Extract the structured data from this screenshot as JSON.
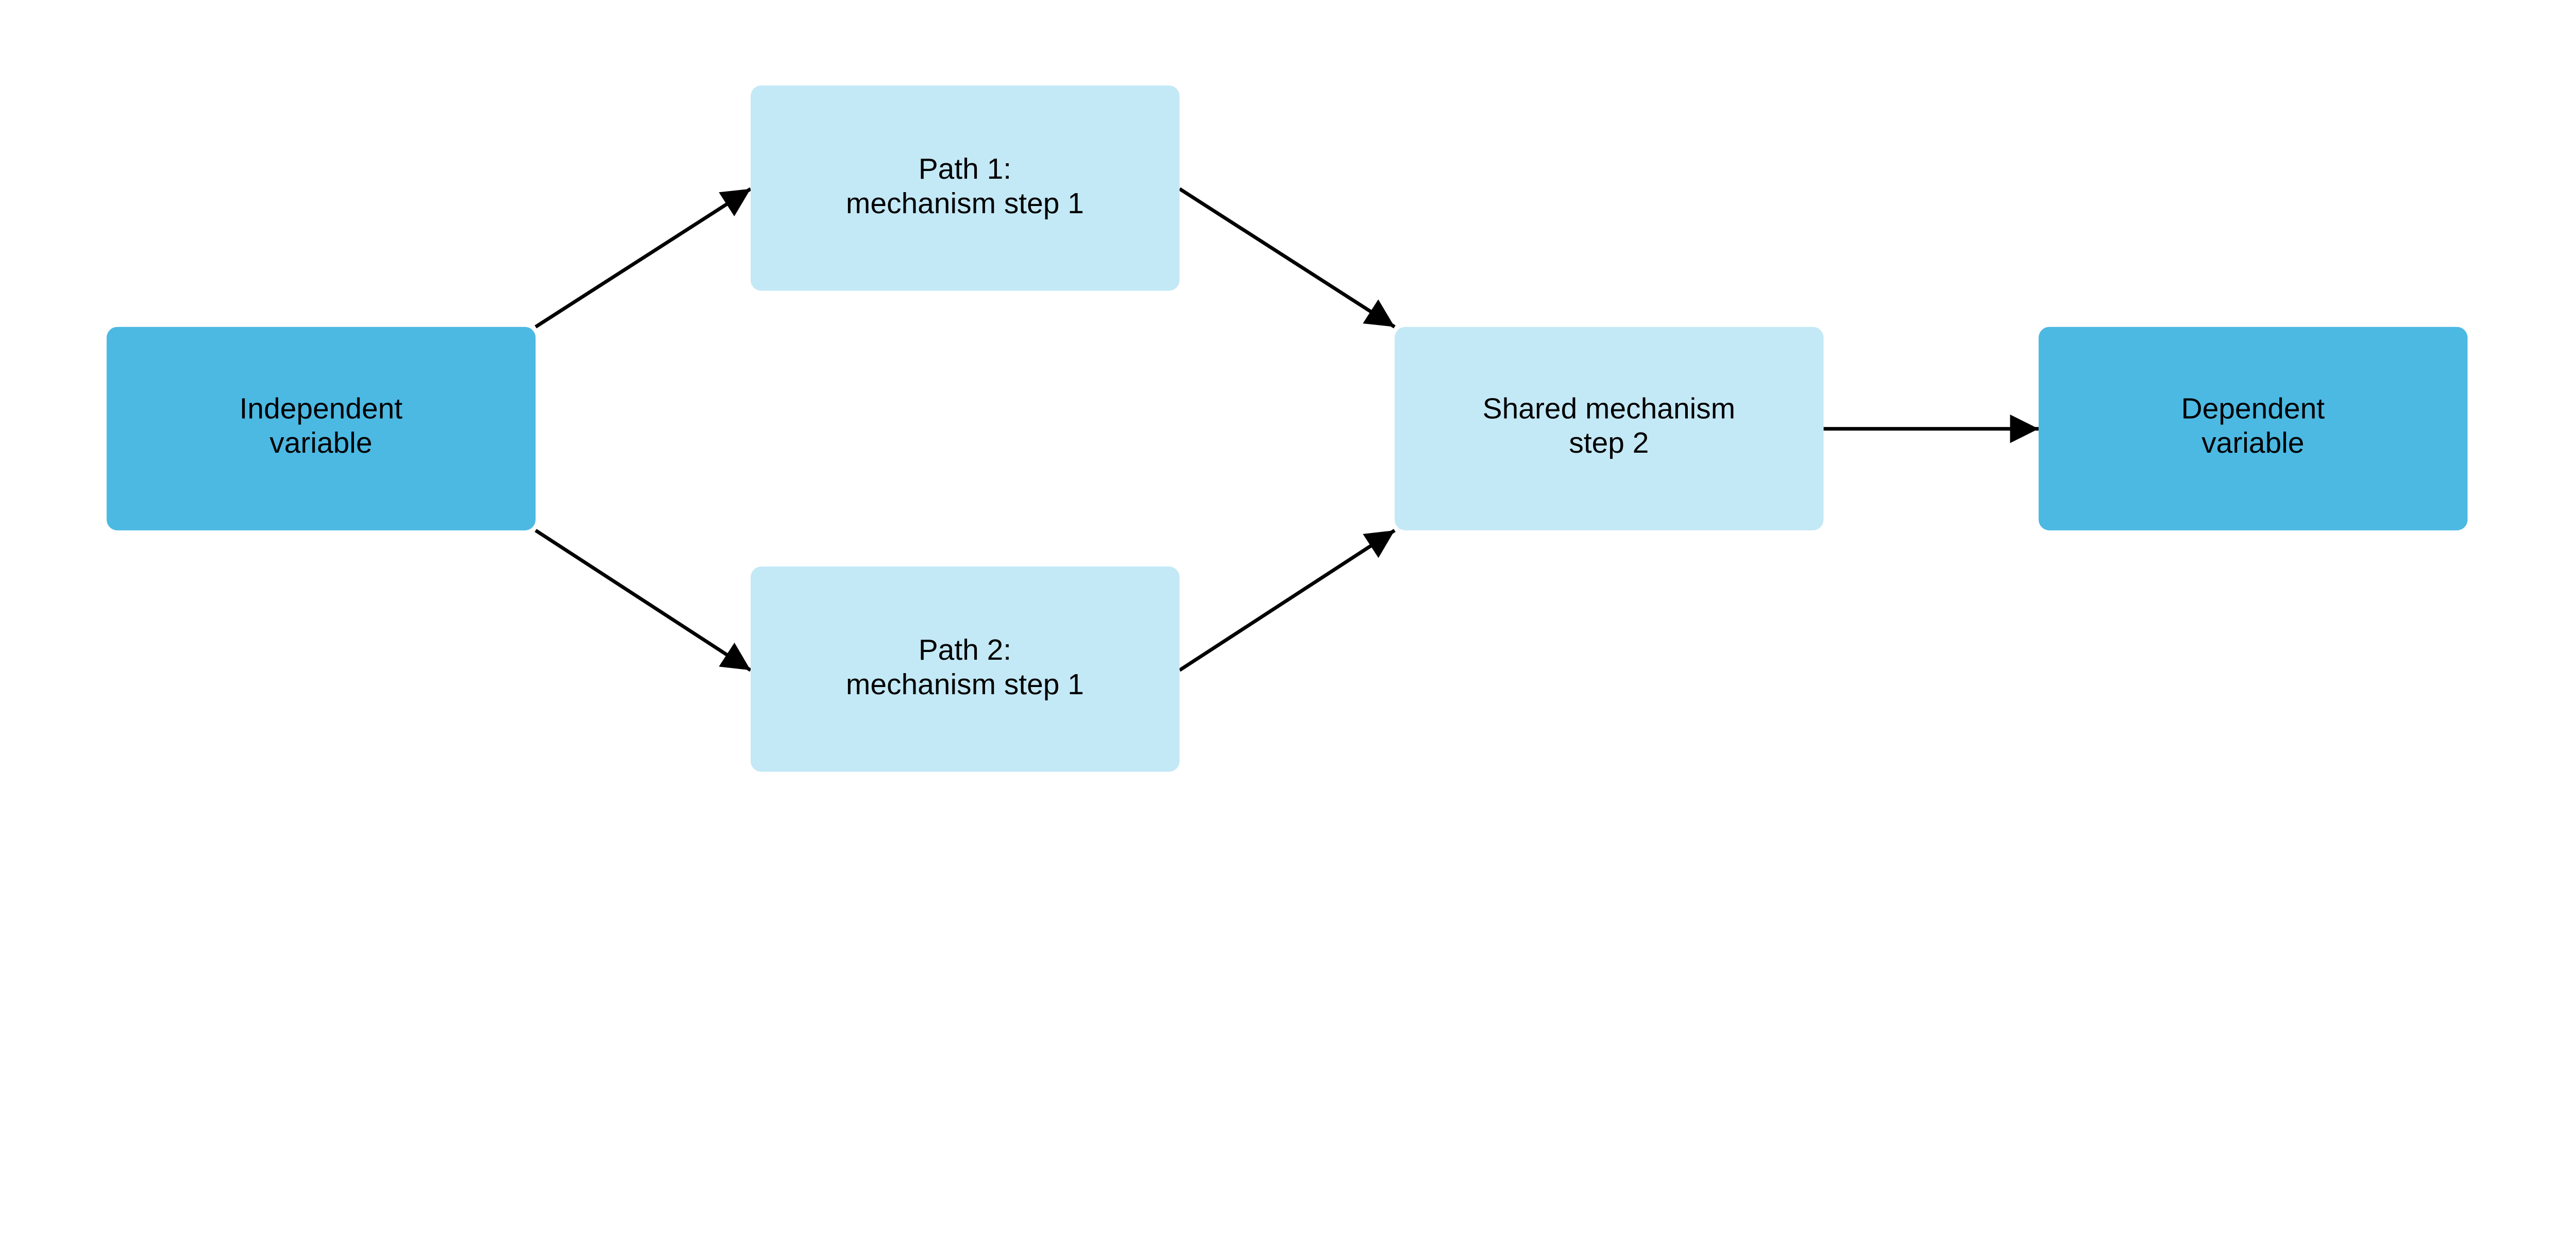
{
  "colors": {
    "primary_node": "#4cb9e3",
    "secondary_node": "#c4e9f6",
    "edge": "#000000"
  },
  "nodes": {
    "independent": {
      "line1": "Independent",
      "line2": "variable"
    },
    "path1": {
      "line1": "Path 1:",
      "line2": "mechanism step 1"
    },
    "path2": {
      "line1": "Path 2:",
      "line2": "mechanism step 1"
    },
    "shared": {
      "line1": "Shared mechanism",
      "line2": "step 2"
    },
    "dependent": {
      "line1": "Dependent",
      "line2": "variable"
    }
  },
  "edges": [
    {
      "from": "independent",
      "to": "path1"
    },
    {
      "from": "independent",
      "to": "path2"
    },
    {
      "from": "path1",
      "to": "shared"
    },
    {
      "from": "path2",
      "to": "shared"
    },
    {
      "from": "shared",
      "to": "dependent"
    }
  ]
}
